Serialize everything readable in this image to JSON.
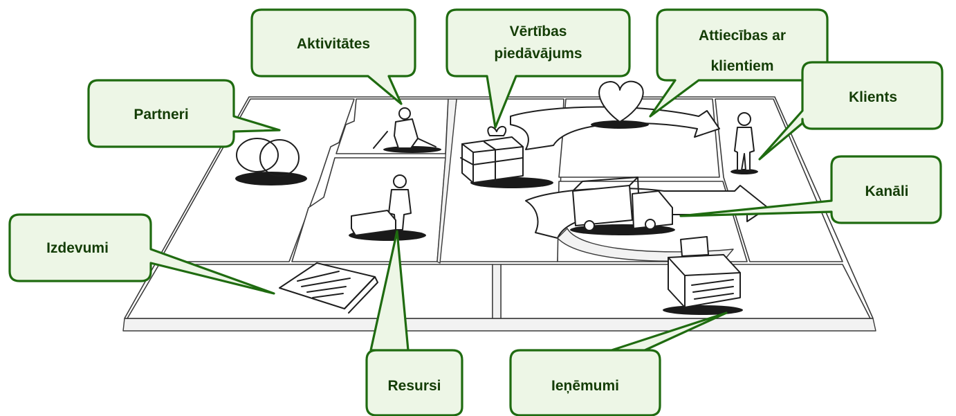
{
  "callouts": {
    "partneri": "Partneri",
    "aktivitates": "Aktivitātes",
    "vertibas_line1": "Vērtības",
    "vertibas_line2": "piedāvājums",
    "attiecibas_line1": "Attiecības ar",
    "attiecibas_line2": "klientiem",
    "klients": "Klients",
    "kanali": "Kanāli",
    "izdevumi": "Izdevumi",
    "resursi": "Resursi",
    "ienemumi": "Ieņēmumi"
  },
  "colors": {
    "bubble_fill": "#edf6e6",
    "bubble_border": "#1f6b10",
    "label_text": "#143d06"
  },
  "icons": {
    "partners": "interlocked-rings-icon",
    "activities": "person-working-icon",
    "resources": "person-with-cart-icon",
    "value": "gift-box-icon",
    "relationships": "heart-icon",
    "customer": "person-standing-icon",
    "channels": "delivery-truck-icon",
    "costs": "document-icon",
    "revenue": "cash-register-icon"
  }
}
